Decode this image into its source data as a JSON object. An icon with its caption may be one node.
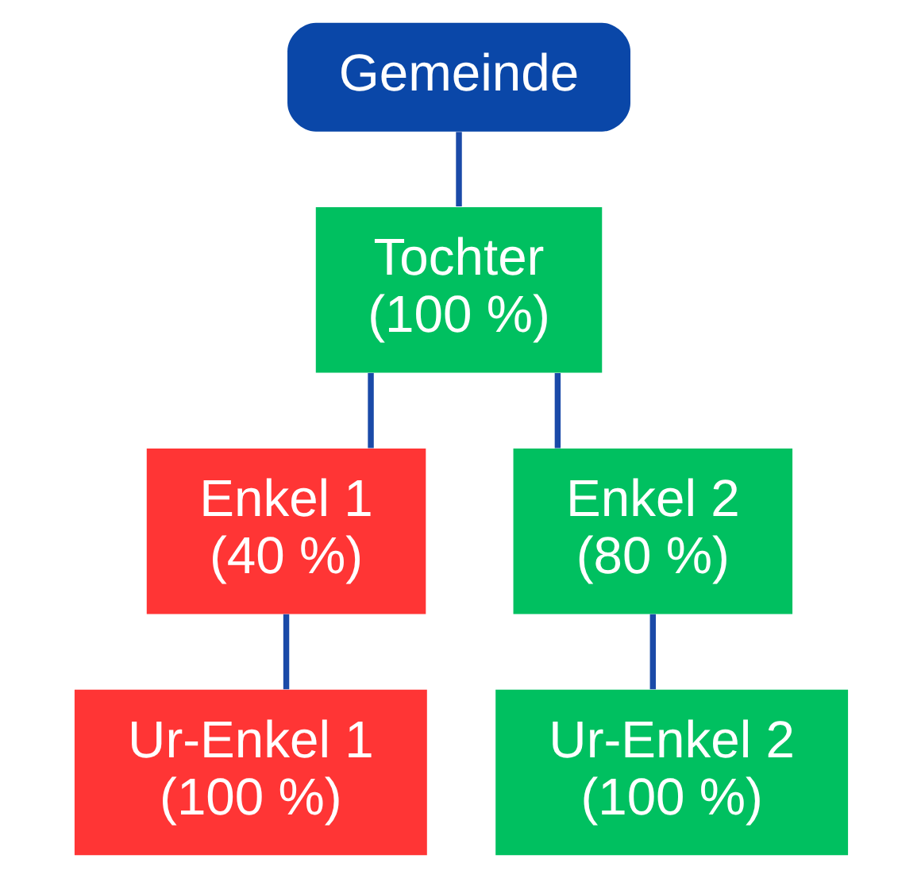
{
  "diagram": {
    "nodes": [
      {
        "text": [
          "Gemeinde"
        ]
      },
      {
        "text": [
          "Tochter (100 %)"
        ]
      },
      {
        "text": [
          "Enkel 1 (40 %)"
        ]
      },
      {
        "text": [
          "Enkel 2 (80 %)"
        ]
      },
      {
        "text": [
          "Ur-Enkel 1 (100 %)"
        ]
      },
      {
        "text": [
          "Ur-Enkel 2 (100 %)"
        ]
      }
    ],
    "edges": [
      {
        "from": 0,
        "to": 1,
        "arrow": "none"
      },
      {
        "from": 1,
        "to": 2,
        "arrow": "none"
      },
      {
        "from": 1,
        "to": 3,
        "arrow": "none"
      },
      {
        "from": 2,
        "to": 4,
        "arrow": "none"
      },
      {
        "from": 3,
        "to": 5,
        "arrow": "none"
      }
    ]
  }
}
